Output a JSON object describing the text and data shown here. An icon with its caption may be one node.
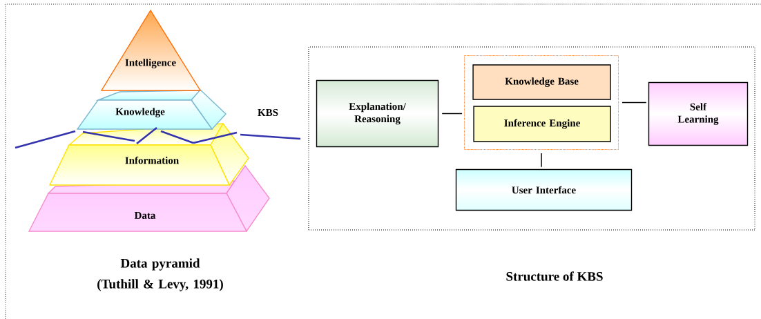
{
  "diagram": {
    "nodes": [
      {
        "text": [
          "Intelligence"
        ]
      },
      {
        "text": [
          "Knowledge"
        ]
      },
      {
        "text": [
          "Information"
        ]
      },
      {
        "text": [
          "Data"
        ]
      },
      {
        "text": [
          "Structure of KBS"
        ]
      },
      {
        "text": [],
        "shape": "box",
        "in": 4
      },
      {
        "text": [
          "Knowledge Base"
        ],
        "in": 5
      },
      {
        "text": [
          "Inference Engine"
        ],
        "in": 5
      },
      {
        "text": [
          "Explanation/ Reasoning"
        ],
        "in": 4
      },
      {
        "text": [
          "Self Learning"
        ],
        "in": 4
      },
      {
        "text": [
          "User Interface"
        ],
        "in": 4
      }
    ],
    "edges": [
      {
        "from": 8,
        "to": 5,
        "arrow": "none"
      },
      {
        "from": 5,
        "to": 9,
        "arrow": "none"
      },
      {
        "from": 5,
        "to": 10,
        "arrow": "none"
      }
    ],
    "labels": [
      "KBS",
      "Data pyramid",
      "(Tuthill & Levy, 1991)"
    ]
  }
}
